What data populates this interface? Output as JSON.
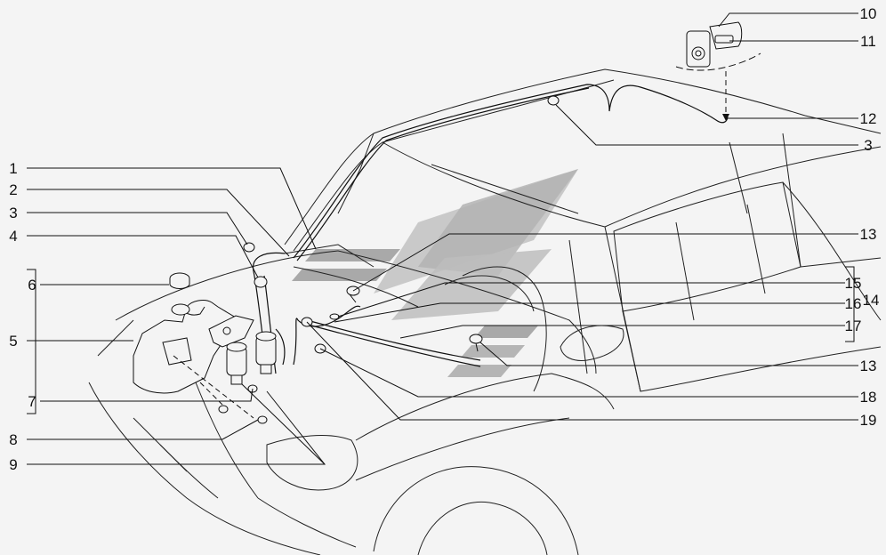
{
  "diagram": {
    "callouts_left": [
      "1",
      "2",
      "3",
      "4",
      "6",
      "5",
      "7",
      "8",
      "9"
    ],
    "callouts_right": [
      "10",
      "11",
      "12",
      "3",
      "13",
      "15",
      "14",
      "16",
      "17",
      "13",
      "18",
      "19"
    ]
  },
  "colors": {
    "background": "#f4f4f4",
    "line": "#111111",
    "watermark_dark": "#a9a9a9",
    "watermark_light": "#c4c4c4"
  }
}
